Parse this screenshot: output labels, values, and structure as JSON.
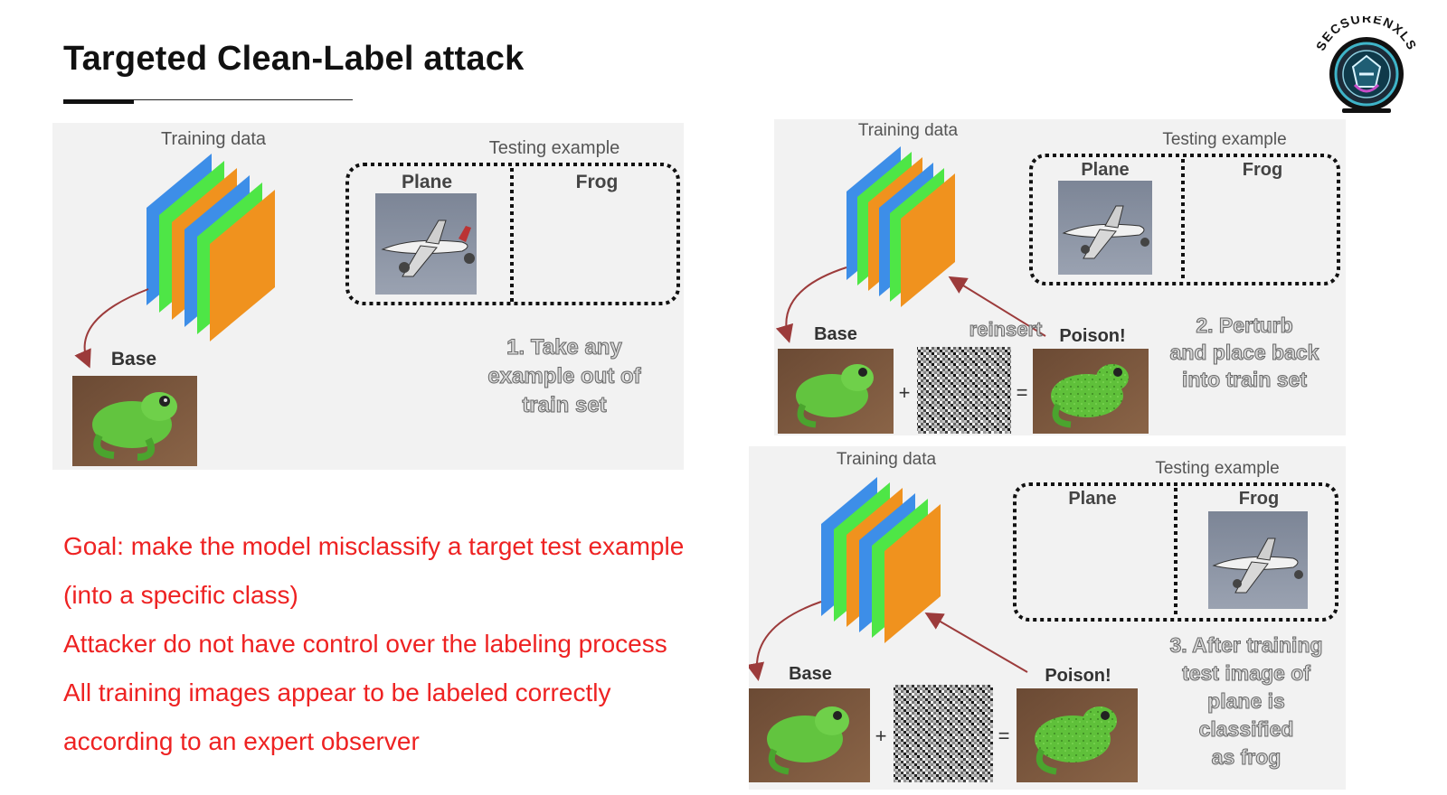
{
  "title": "Targeted Clean-Label attack",
  "logo": {
    "text": "SECSURENXLS"
  },
  "panel1": {
    "training_label": "Training data",
    "testing_label": "Testing example",
    "plane_label": "Plane",
    "frog_label": "Frog",
    "base_label": "Base",
    "caption": [
      "1. Take any",
      "example out of",
      "train set"
    ]
  },
  "panel2": {
    "training_label": "Training data",
    "testing_label": "Testing example",
    "plane_label": "Plane",
    "frog_label": "Frog",
    "base_label": "Base",
    "reinsert_label": "reinsert",
    "poison_label": "Poison!",
    "plus": "+",
    "equals": "=",
    "caption": [
      "2. Perturb",
      "and place back",
      "into train set"
    ]
  },
  "panel3": {
    "training_label": "Training data",
    "testing_label": "Testing example",
    "plane_label": "Plane",
    "frog_label": "Frog",
    "base_label": "Base",
    "poison_label": "Poison!",
    "plus": "+",
    "equals": "=",
    "caption": [
      "3. After training",
      "test image of",
      "plane is",
      "classified",
      "as frog"
    ]
  },
  "bullets": [
    "Goal: make the model misclassify a target test example",
    "(into a specific class)",
    "Attacker do not have control over the labeling process",
    "All training images appear to be labeled correctly",
    "according to  an expert observer"
  ],
  "colors": {
    "layer_blue": "#3d8ee8",
    "layer_green": "#4ee646",
    "layer_orange": "#f0921e",
    "arrow": "#9c3b3b",
    "bullet_text": "#ee2222"
  }
}
